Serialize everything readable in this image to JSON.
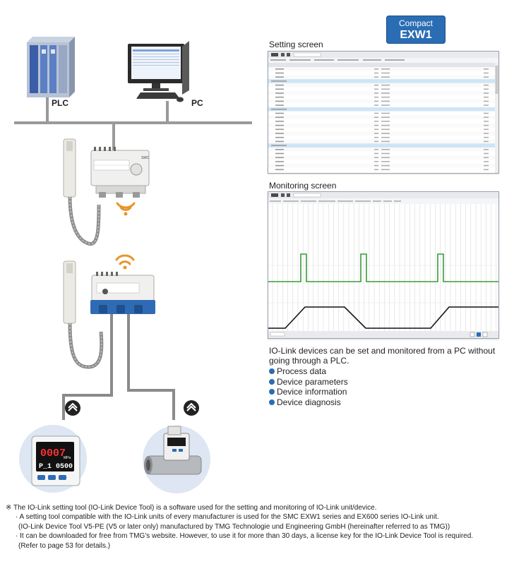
{
  "badge": {
    "line1": "Compact",
    "line2": "EXW1"
  },
  "labels": {
    "plc": "PLC",
    "pc": "PC"
  },
  "setting_screen": {
    "title": "Setting screen"
  },
  "monitoring_screen": {
    "title": "Monitoring screen"
  },
  "description": "IO-Link devices can be set and monitored from a PC without going through a PLC.",
  "bullets": [
    "Process data",
    "Device parameters",
    "Device information",
    "Device diagnosis"
  ],
  "footnote": {
    "line1": "The IO-Link setting tool (IO-Link Device Tool) is a software used for the setting and monitoring of IO-Link unit/device.",
    "line2": "· A setting tool compatible with the IO-Link units of every manufacturer is used for the SMC EXW1 series and EX600 series IO-Link unit.",
    "line3": "(IO-Link Device Tool V5-PE (V5 or later only) manufactured by TMG Technologie und Engineering GmbH (hereinafter referred to as TMG))",
    "line4": "· It can be downloaded for free from TMG’s website. However, to use it for more than 30 days, a license key for the IO-Link Device Tool is required.",
    "line5": "(Refer to page 53 for details.)"
  },
  "device": {
    "display_top": "0007",
    "display_bottom": "P_1  0500",
    "display_units": "MPa"
  },
  "colors": {
    "accent": "#2a6db4",
    "signal": "#3a9a3a",
    "network_line": "#9a9a9a",
    "cable": "#8a8a8a"
  }
}
